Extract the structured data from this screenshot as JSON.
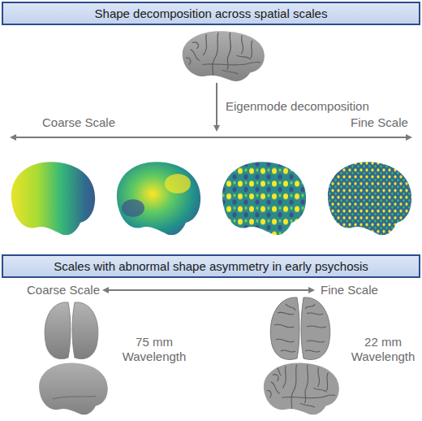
{
  "diagram": {
    "nodes": [
      {
        "text": [
          "Shape decomposition across spatial scales"
        ]
      },
      {
        "text": [
          "Scales with abnormal shape asymmetry in early psychosis"
        ]
      }
    ],
    "labels": [
      "Eigenmode decomposition",
      "Coarse Scale",
      "Fine Scale",
      "Coarse Scale",
      "Fine Scale",
      "75 mm Wavelength",
      "22 mm Wavelength"
    ]
  }
}
